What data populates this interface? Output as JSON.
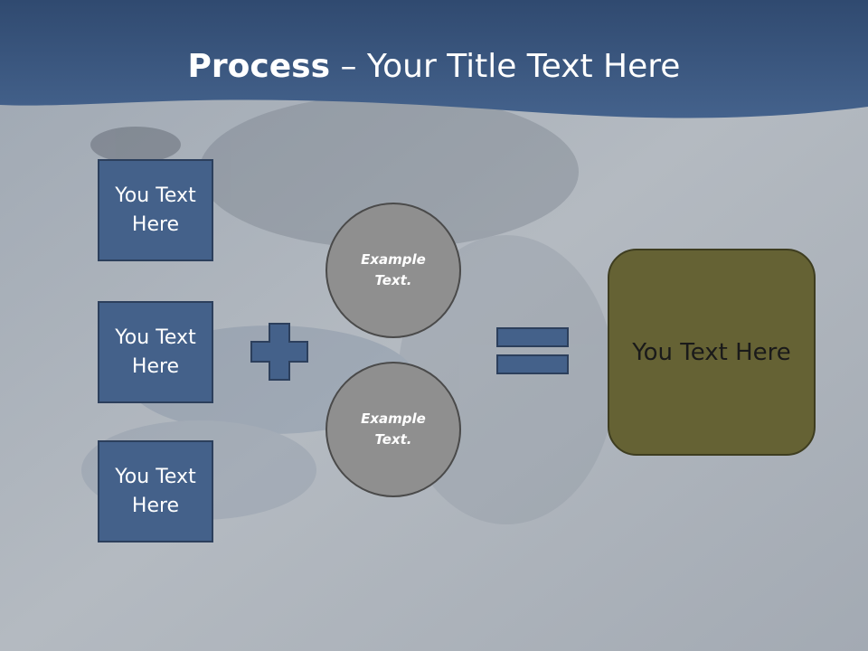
{
  "title": {
    "bold": "Process",
    "rest": " – Your Title Text Here"
  },
  "inputs": [
    {
      "label": "You Text Here"
    },
    {
      "label": "You Text Here"
    },
    {
      "label": "You Text Here"
    }
  ],
  "circles": [
    {
      "label": "Example Text."
    },
    {
      "label": "Example Text."
    }
  ],
  "result": {
    "label": "You Text Here"
  },
  "colors": {
    "header": "#3c5a84",
    "box": "#44618a",
    "circle": "#8f8f8f",
    "result": "#656234"
  },
  "icons": {
    "plus": "plus-icon",
    "equals": "equals-icon"
  }
}
